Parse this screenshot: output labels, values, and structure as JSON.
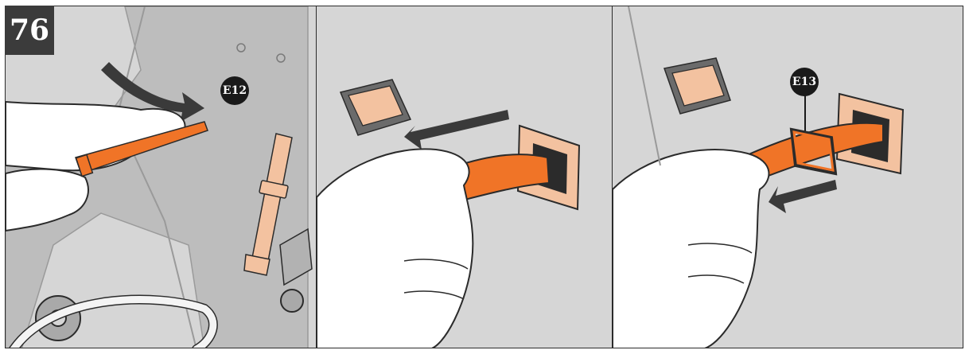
{
  "step": {
    "number": "76"
  },
  "callouts": {
    "first": "E12",
    "second": "E13"
  },
  "colors": {
    "strap": "#f07427",
    "strap_light": "#f3c2a0",
    "panel_bg": "#d6d6d6",
    "frame": "#bdbdbd",
    "part_dark": "#6b6b6b",
    "outline": "#2b2b2b"
  },
  "icons": [
    "hand-icon",
    "arrow-icon",
    "strap-icon",
    "buckle-icon",
    "receptacle-icon",
    "cover-icon"
  ]
}
